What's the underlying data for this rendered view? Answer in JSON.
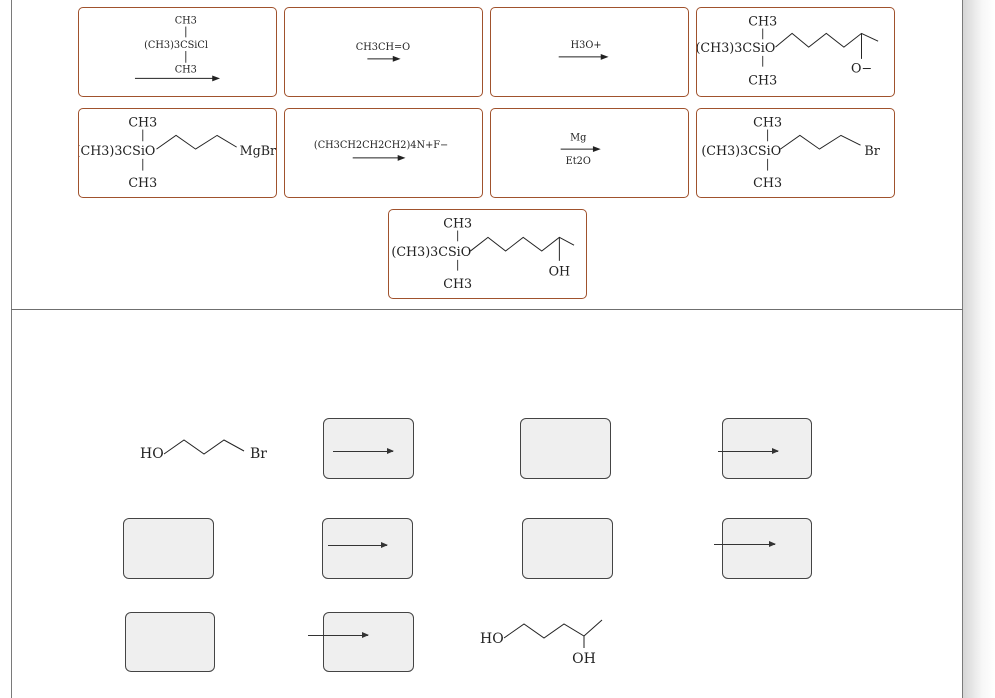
{
  "cards": {
    "c1": {
      "top": "CH3",
      "main": "(CH3)3CSiCl",
      "bottom": "CH3"
    },
    "c2": {
      "main": "CH3CH=O"
    },
    "c3": {
      "main": "H3O+"
    },
    "c4": {
      "top": "CH3",
      "main": "(CH3)3CSiO",
      "bottom": "CH3",
      "charge": "O−"
    },
    "c5": {
      "top": "CH3",
      "main": "(CH3)3CSiO",
      "bottom": "CH3",
      "end": "MgBr"
    },
    "c6": {
      "main": "(CH3CH2CH2CH2)4N+F−"
    },
    "c7": {
      "above": "Mg",
      "below": "Et2O"
    },
    "c8": {
      "top": "CH3",
      "main": "(CH3)3CSiO",
      "bottom": "CH3",
      "end": "Br"
    },
    "c9": {
      "top": "CH3",
      "main": "(CH3)3CSiO",
      "bottom": "CH3",
      "end": "OH"
    }
  },
  "workspace": {
    "start": {
      "left": "HO",
      "right": "Br"
    },
    "product": {
      "left": "HO",
      "right": "OH"
    }
  }
}
